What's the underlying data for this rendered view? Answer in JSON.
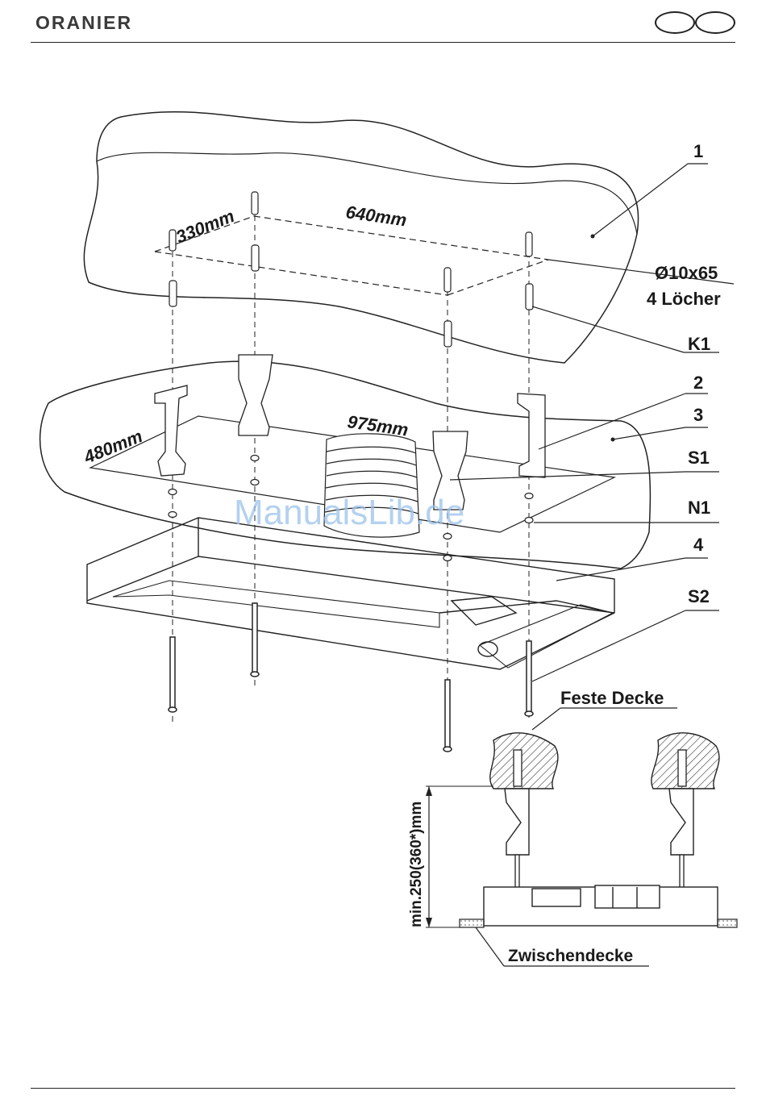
{
  "brand": {
    "name": "ORANIER"
  },
  "watermark": "ManualsLib.de",
  "callouts": {
    "c1": "1",
    "hole_spec": "Ø10x65",
    "hole_count": "4 Löcher",
    "k1": "K1",
    "c2": "2",
    "c3": "3",
    "s1": "S1",
    "n1": "N1",
    "c4": "4",
    "s2": "S2"
  },
  "dimensions": {
    "d330": "330mm",
    "d640": "640mm",
    "d480": "480mm",
    "d975": "975mm"
  },
  "detail": {
    "ceiling_label": "Feste Decke",
    "suspended_label": "Zwischendecke",
    "height_label": "min.250(360*)mm"
  }
}
